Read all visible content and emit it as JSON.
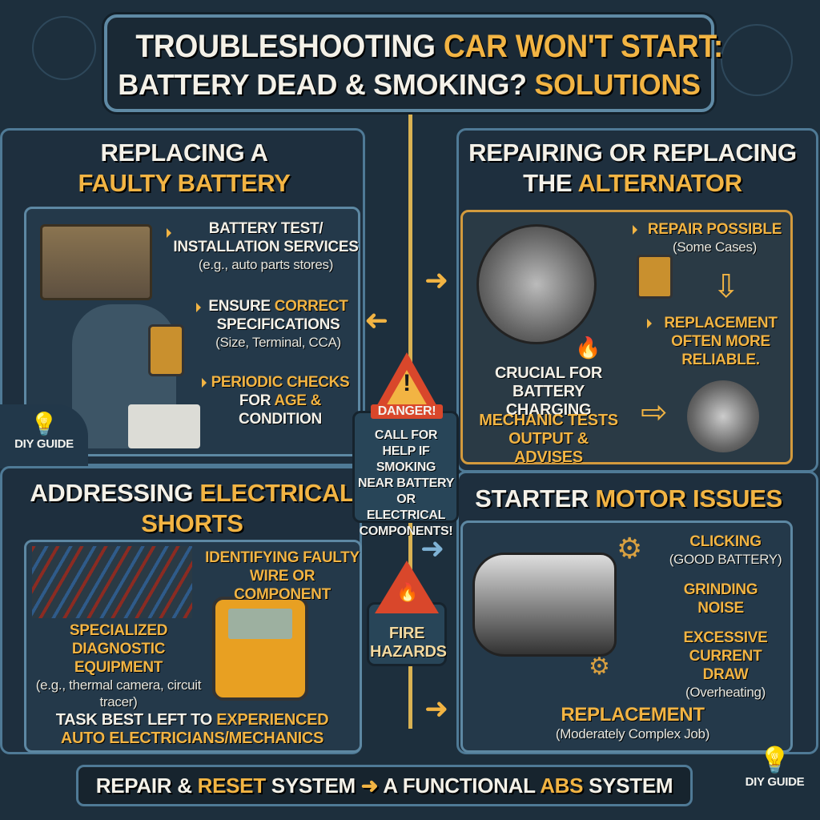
{
  "title": {
    "line1_white": "TROUBLESHOOTING",
    "line1_orange": "CAR WON'T START:",
    "line2_white": "BATTERY DEAD & SMOKING?",
    "line2_orange": "SOLUTIONS"
  },
  "battery": {
    "heading_white": "REPLACING A",
    "heading_orange": "FAULTY BATTERY",
    "items": [
      {
        "title": "BATTERY TEST/ INSTALLATION SERVICES",
        "sub": "(e.g., auto parts stores)"
      },
      {
        "title_white": "ENSURE",
        "title_orange": "CORRECT",
        "title_rest": "SPECIFICATIONS",
        "sub": "(Size, Terminal, CCA)"
      },
      {
        "title_orange": "PERIODIC CHECKS",
        "title_white": "FOR",
        "title_orange2": "AGE &",
        "title_rest": "CONDITION"
      }
    ]
  },
  "alternator": {
    "heading_white1": "REPAIRING OR REPLACING",
    "heading_white2": "THE",
    "heading_orange": "ALTERNATOR",
    "repair": {
      "title": "REPAIR POSSIBLE",
      "sub": "(Some Cases)"
    },
    "replacement": {
      "title": "REPLACEMENT OFTEN MORE RELIABLE."
    },
    "crucial": "CRUCIAL FOR BATTERY CHARGING",
    "mechanic": "MECHANIC TESTS OUTPUT & ADVISES"
  },
  "shorts": {
    "heading_white": "ADDRESSING",
    "heading_orange": "ELECTRICAL SHORTS",
    "identify": "IDENTIFYING FAULTY WIRE OR COMPONENT",
    "equipment": {
      "title": "SPECIALIZED DIAGNOSTIC EQUIPMENT",
      "sub": "(e.g., thermal camera, circuit tracer)"
    },
    "task_white": "TASK BEST LEFT TO",
    "task_orange": "EXPERIENCED",
    "task_rest": "AUTO ELECTRICIANS/MECHANICS"
  },
  "starter": {
    "heading_white": "STARTER",
    "heading_orange": "MOTOR ISSUES",
    "items": [
      {
        "title": "CLICKING",
        "sub": "(GOOD BATTERY)"
      },
      {
        "title": "GRINDING NOISE",
        "sub": ""
      },
      {
        "title": "EXCESSIVE CURRENT DRAW",
        "sub": "(Overheating)"
      }
    ],
    "replacement": {
      "title": "REPLACEMENT",
      "sub": "(Moderately Complex Job)"
    }
  },
  "danger": {
    "label": "DANGER!",
    "text": "CALL FOR HELP IF SMOKING NEAR BATTERY OR ELECTRICAL COMPONENTS!"
  },
  "fire": {
    "text": "FIRE HAZARDS"
  },
  "footer": {
    "white1": "REPAIR &",
    "orange1": "RESET",
    "white2": "SYSTEM",
    "white3": "A FUNCTIONAL",
    "orange2": "ABS",
    "white4": "SYSTEM"
  },
  "badge": {
    "label": "DIY GUIDE"
  },
  "colors": {
    "accent": "#f2b443",
    "panel_border": "#4f7a96",
    "background": "#1d2f3d",
    "danger": "#d9472b"
  }
}
